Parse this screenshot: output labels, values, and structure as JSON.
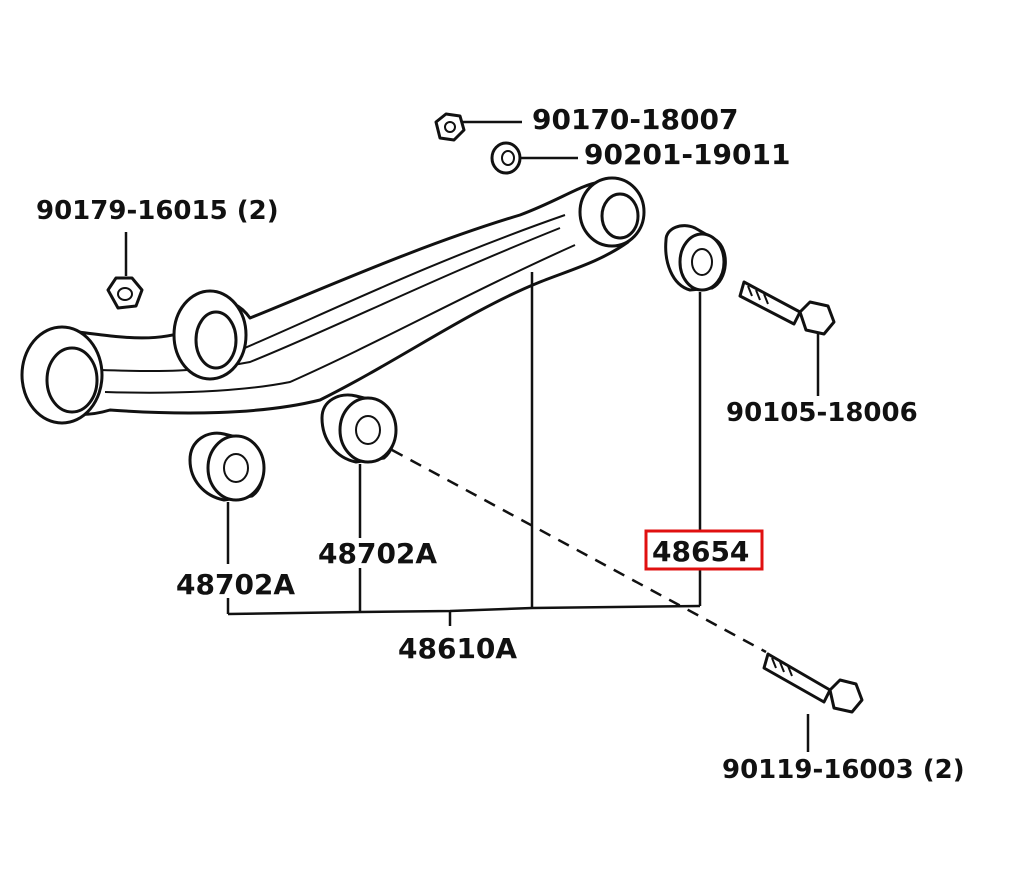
{
  "labels": {
    "nut_top": "90170-18007",
    "washer_top": "90201-19011",
    "nut_left": "90179-16015 (2)",
    "bolt_right": "90105-18006",
    "bushing_right": "48654",
    "bushing_mid": "48702A",
    "bushing_left": "48702A",
    "arm_assembly": "48610A",
    "bolt_bottom": "90119-16003 (2)"
  },
  "highlight_color": "#e01010",
  "line_color": "#111111"
}
